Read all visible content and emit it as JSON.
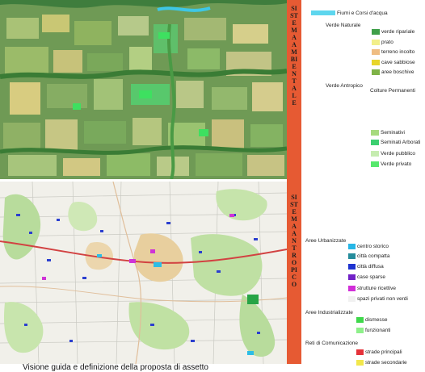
{
  "band": {
    "top_text": "SISTEMA AMBIENTALE",
    "bottom_text": "SISTEMA ANTROPICO"
  },
  "legend": {
    "fiumi": {
      "label": "Fiumi e Corsi d'acqua",
      "color": "#5ed6ee"
    },
    "verde_naturale": {
      "title": "Verde Naturale",
      "items": [
        {
          "label": "verde ripariale",
          "color": "#3f9f49"
        },
        {
          "label": "prato",
          "color": "#f2ef8a"
        },
        {
          "label": "terreno incolto",
          "color": "#efbd82"
        },
        {
          "label": "cave sabbiose",
          "color": "#e8d52a"
        },
        {
          "label": "aree boschive",
          "color": "#7fb347"
        }
      ]
    },
    "verde_antropico": {
      "title": "Verde Antropico",
      "subtitle": "Colture Permanenti"
    },
    "verde_items": [
      {
        "label": "Seminativi",
        "color": "#a6da7e"
      },
      {
        "label": "Seminati Arborati",
        "color": "#3ccf70"
      },
      {
        "label": "Verde pubblico",
        "color": "#c6ecb0"
      },
      {
        "label": "Verde privato",
        "color": "#56e86c"
      }
    ],
    "aree_urbanizzate": {
      "title": "Aree Urbanizzate",
      "items": [
        {
          "label": "centro storico",
          "color": "#27b6e6"
        },
        {
          "label": "città compatta",
          "color": "#268d9c"
        },
        {
          "label": "città diffusa",
          "color": "#1f34d0"
        },
        {
          "label": "case sparse",
          "color": "#7122c7"
        },
        {
          "label": "strutture ricettive",
          "color": "#d12fd8"
        },
        {
          "label": "spazi privati non verdi",
          "color": "#f1f1f1"
        }
      ]
    },
    "aree_industrializzate": {
      "title": "Aree Industrializzate",
      "items": [
        {
          "label": "dismesse",
          "color": "#3fd84b"
        },
        {
          "label": "funzionanti",
          "color": "#8ef08a"
        }
      ]
    },
    "reti": {
      "title": "Reti di Comunicazione",
      "items": [
        {
          "label": "strade principali",
          "color": "#e5323a"
        },
        {
          "label": "strade secondarie",
          "color": "#f2e74c"
        }
      ]
    }
  },
  "caption": "Visione guida e definizione della proposta di assetto"
}
